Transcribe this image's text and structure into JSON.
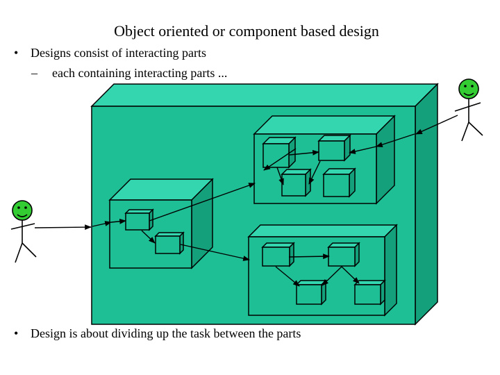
{
  "slide": {
    "title": "Object oriented or component based design",
    "bullet_char": "•",
    "dash_char": "–",
    "bullets": [
      "Designs consist of interacting parts",
      "Design is about dividing up the task between the parts"
    ],
    "sub_bullet": "each containing interacting parts ..."
  },
  "colors": {
    "box_front": "#1fbf95",
    "box_top": "#33d6ae",
    "box_side": "#14a07a",
    "stroke": "#000000",
    "face": "#33cc33"
  },
  "icons": [
    "stick-figure-icon",
    "smiley-face-icon",
    "arrow-icon"
  ]
}
